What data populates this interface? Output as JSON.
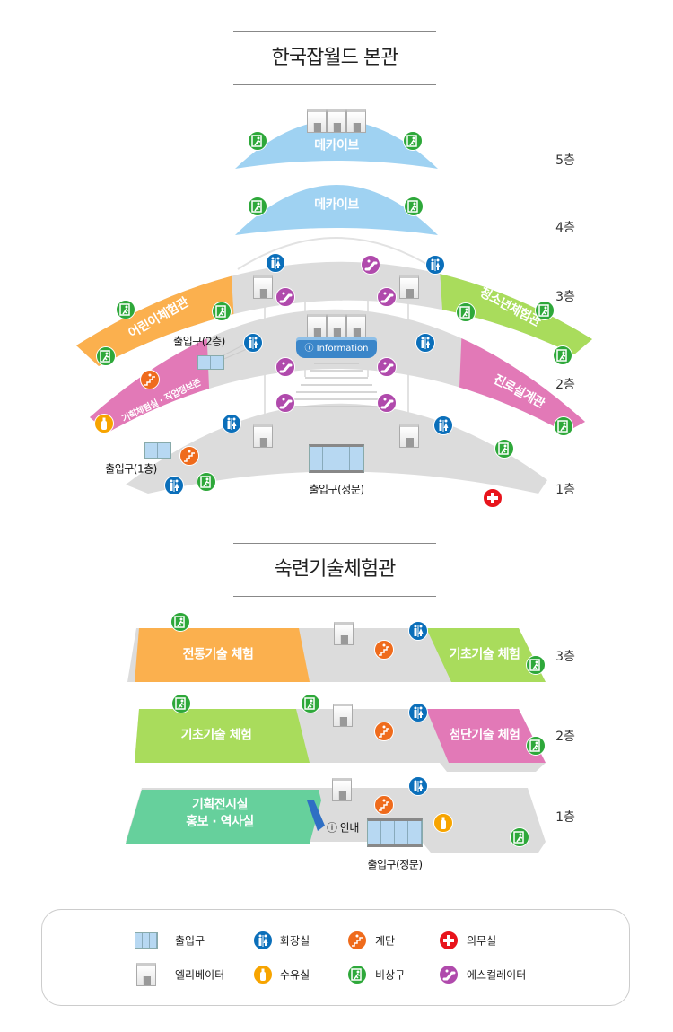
{
  "main": {
    "title": "한국잡월드 본관",
    "floors": [
      "5층",
      "4층",
      "3층",
      "2층",
      "1층"
    ],
    "zones": {
      "f5": "메카이브",
      "f4": "메카이브",
      "kids": "어린이체험관",
      "youth": "청소년체험관",
      "planning": "기획체험실 · 직업정보존",
      "career": "진로설계관"
    },
    "labels": {
      "entrance2": "출입구(2층)",
      "entrance1": "출입구(1층)",
      "main_entrance": "출입구(정문)",
      "information": "ⓘ Information"
    }
  },
  "skills": {
    "title": "숙련기술체험관",
    "floors": [
      "3층",
      "2층",
      "1층"
    ],
    "zones": {
      "traditional": "전통기술 체험",
      "basic3": "기초기술 체험",
      "basic2": "기초기술 체험",
      "advanced": "첨단기술 체험",
      "exhibit_line1": "기획전시실",
      "exhibit_line2": "홍보 · 역사실"
    },
    "labels": {
      "guide": "ⓘ 안내",
      "main_entrance": "출입구(정문)"
    }
  },
  "legend": [
    {
      "icon": "entrance-icon",
      "label": "출입구"
    },
    {
      "icon": "restroom-icon",
      "label": "화장실"
    },
    {
      "icon": "stairs-icon",
      "label": "계단"
    },
    {
      "icon": "medical-room-icon",
      "label": "의무실"
    },
    {
      "icon": "elevator-icon",
      "label": "엘리베이터"
    },
    {
      "icon": "nursing-room-icon",
      "label": "수유실"
    },
    {
      "icon": "emergency-exit-icon",
      "label": "비상구"
    },
    {
      "icon": "escalator-icon",
      "label": "에스컬레이터"
    }
  ],
  "colors": {
    "mecaive": "#9fd2f2",
    "kids": "#fbb04e",
    "youth": "#a9dc5c",
    "pink": "#e279b7",
    "corridor": "#dcdcdc",
    "exhibit": "#66d09c",
    "exit": "#2ea83a",
    "restroom": "#0b6fba",
    "stairs": "#ef6b1c",
    "escalator": "#b04aac",
    "medical": "#e8141c",
    "nursing": "#f7a400"
  }
}
